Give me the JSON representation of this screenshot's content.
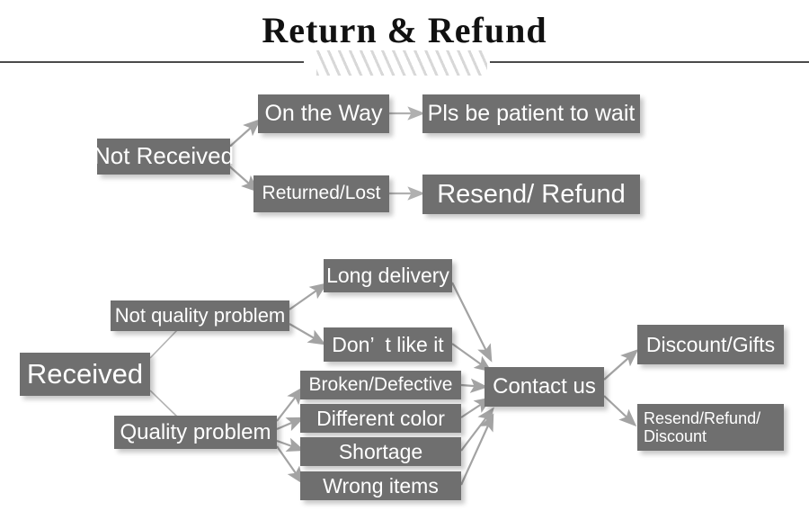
{
  "header": {
    "title": "Return & Refund",
    "divider_style": "line-hatch-line"
  },
  "theme": {
    "box_fill": "#6f6f6f",
    "box_text": "#ffffff",
    "arrow_color": "#a0a0a0",
    "line_color": "#b4b4b4",
    "divider_color": "#4a4a4a",
    "hatch_color": "#d8d8d8",
    "page_background": "#ffffff"
  },
  "diagram": {
    "type": "flowchart",
    "nodes": {
      "not_received": "Not Received",
      "on_the_way": "On the Way",
      "returned_lost": "Returned/Lost",
      "pls_be_patient": "Pls be patient to wait",
      "resend_refund": "Resend/ Refund",
      "received": "Received",
      "not_quality_problem": "Not quality problem",
      "quality_problem": "Quality problem",
      "long_delivery": "Long delivery",
      "dont_like_it": "Don’  t like it",
      "broken_defective": "Broken/Defective",
      "different_color": "Different color",
      "shortage": "Shortage",
      "wrong_items": "Wrong items",
      "contact_us": "Contact us",
      "discount_gifts": "Discount/Gifts",
      "resend_refund_discount": "Resend/Refund/\nDiscount"
    },
    "edges": [
      {
        "from": "not_received",
        "to": "on_the_way"
      },
      {
        "from": "not_received",
        "to": "returned_lost"
      },
      {
        "from": "on_the_way",
        "to": "pls_be_patient"
      },
      {
        "from": "returned_lost",
        "to": "resend_refund"
      },
      {
        "from": "received",
        "to": "not_quality_problem"
      },
      {
        "from": "received",
        "to": "quality_problem"
      },
      {
        "from": "not_quality_problem",
        "to": "long_delivery"
      },
      {
        "from": "not_quality_problem",
        "to": "dont_like_it"
      },
      {
        "from": "quality_problem",
        "to": "broken_defective"
      },
      {
        "from": "quality_problem",
        "to": "different_color"
      },
      {
        "from": "quality_problem",
        "to": "shortage"
      },
      {
        "from": "quality_problem",
        "to": "wrong_items"
      },
      {
        "from": "long_delivery",
        "to": "contact_us"
      },
      {
        "from": "dont_like_it",
        "to": "contact_us"
      },
      {
        "from": "broken_defective",
        "to": "contact_us"
      },
      {
        "from": "different_color",
        "to": "contact_us"
      },
      {
        "from": "shortage",
        "to": "contact_us"
      },
      {
        "from": "wrong_items",
        "to": "contact_us"
      },
      {
        "from": "contact_us",
        "to": "discount_gifts"
      },
      {
        "from": "contact_us",
        "to": "resend_refund_discount"
      }
    ]
  }
}
